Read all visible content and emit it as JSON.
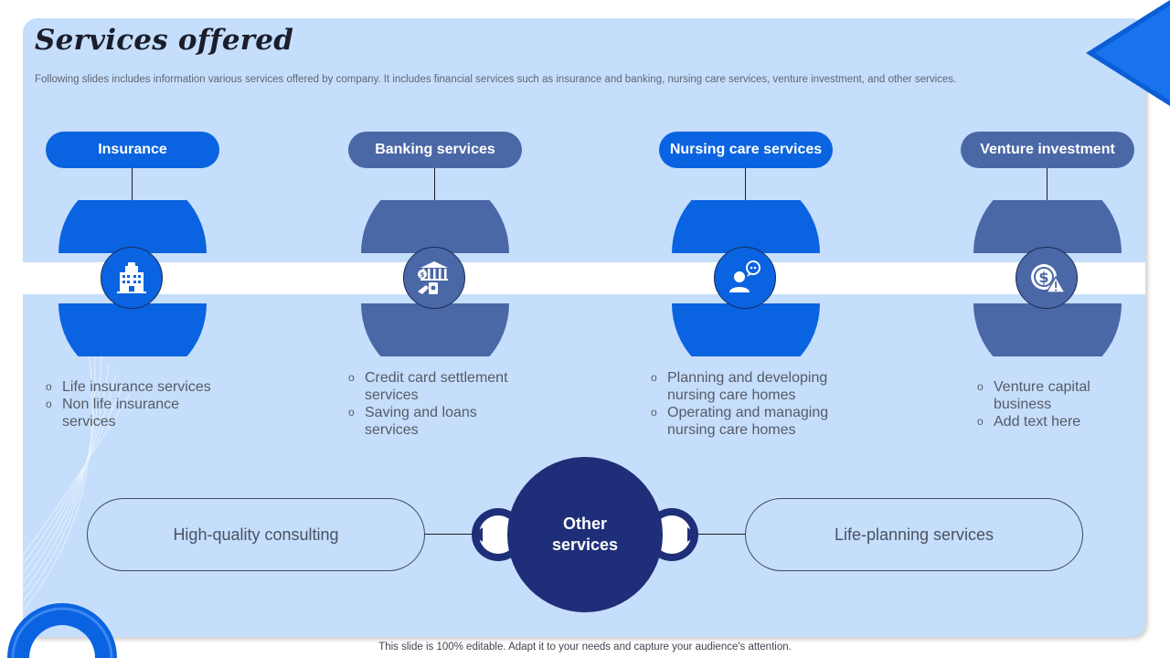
{
  "title": "Services offered",
  "subtitle": "Following slides includes information various services offered by company. It includes financial services such as insurance and banking, nursing care services, venture investment, and other services.",
  "colors": {
    "bright_blue": "#0a63e0",
    "slate_blue": "#4a67a6",
    "navy": "#1f2e78",
    "panel": "#c5defb"
  },
  "services": [
    {
      "label": "Insurance",
      "icon": "office-building-icon",
      "items": [
        "Life insurance services",
        "Non life insurance services"
      ]
    },
    {
      "label": "Banking services",
      "icon": "bank-payment-icon",
      "items": [
        "Credit card settlement services",
        "Saving and loans services"
      ]
    },
    {
      "label": "Nursing care services",
      "icon": "caregiver-chat-icon",
      "items": [
        "Planning and developing nursing care homes",
        "Operating and managing nursing care homes"
      ]
    },
    {
      "label": "Venture investment",
      "icon": "dollar-warning-icon",
      "items": [
        "Venture capital business",
        "Add text here"
      ]
    }
  ],
  "other": {
    "label_line1": "Other",
    "label_line2": "services",
    "left": "High-quality consulting",
    "right": "Life-planning services"
  },
  "footer": "This slide is 100% editable. Adapt it to your needs and capture your audience's attention."
}
